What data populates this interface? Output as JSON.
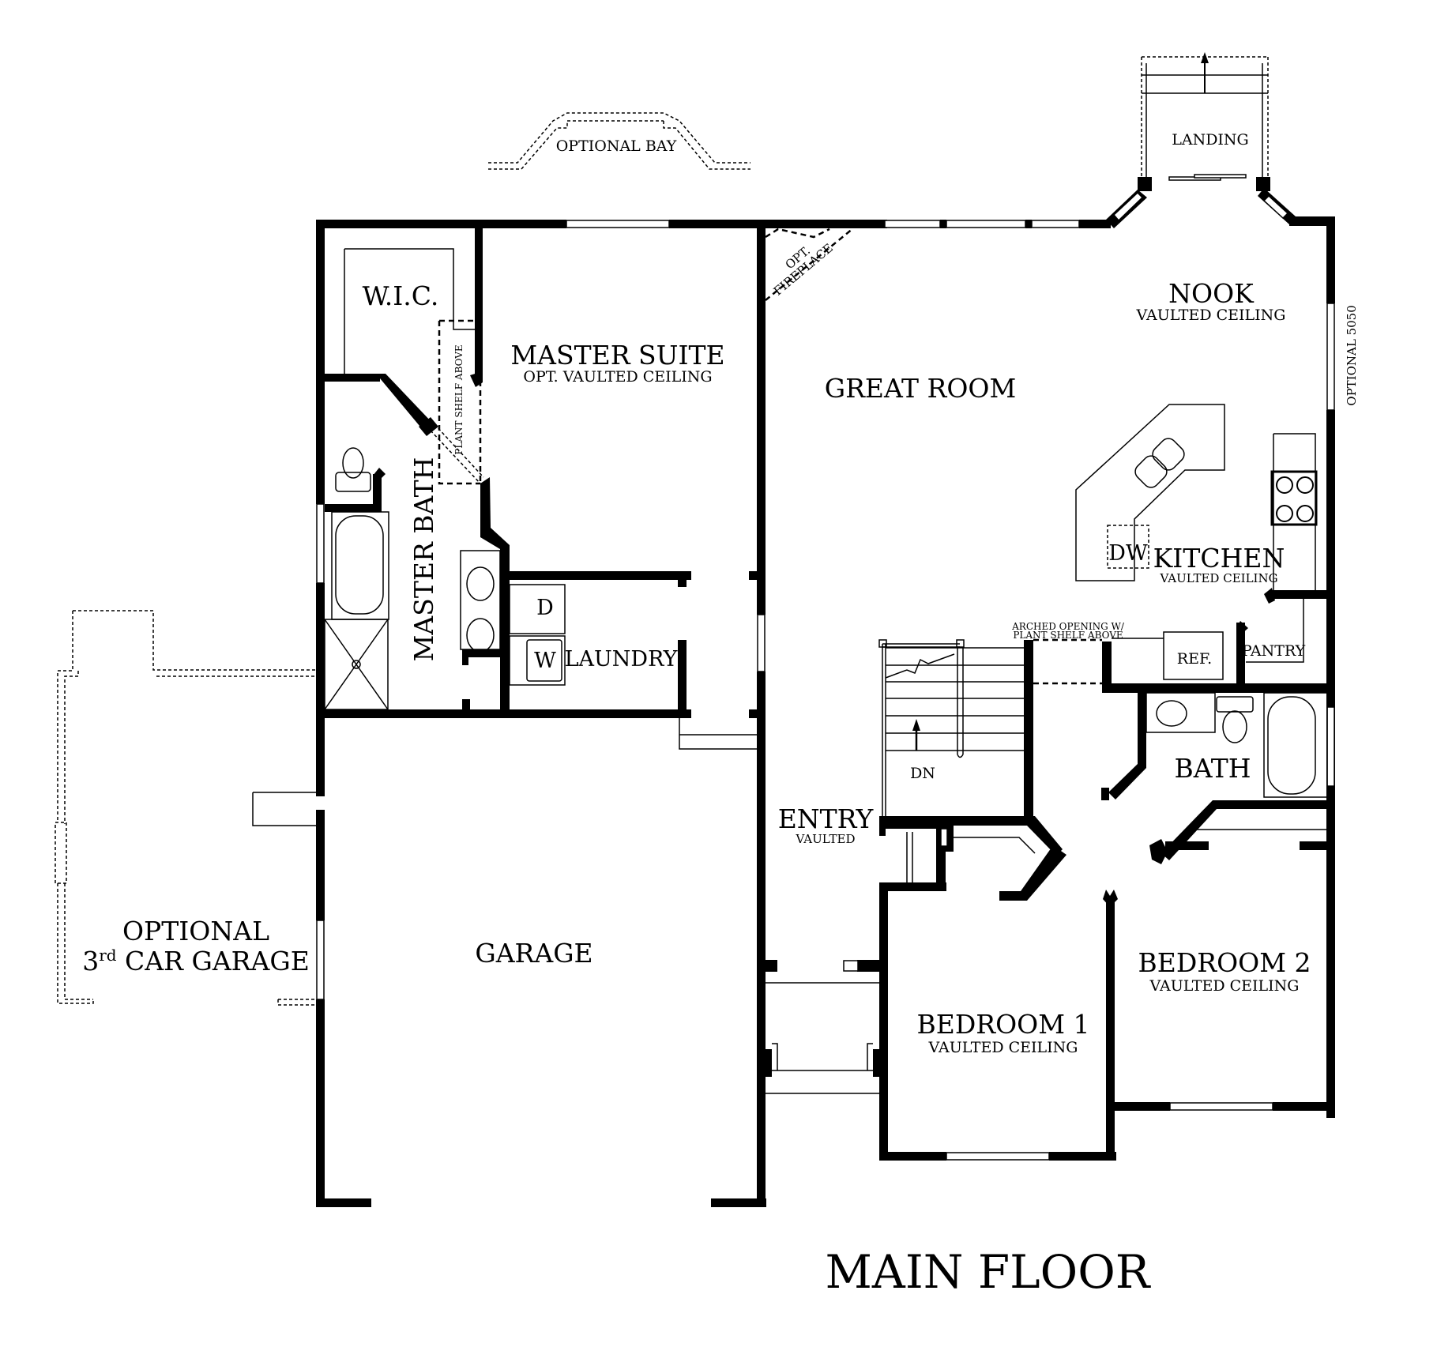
{
  "plan": {
    "title": "MAIN FLOOR",
    "colors": {
      "wall": "#000000",
      "background": "#ffffff"
    }
  },
  "rooms": {
    "wic": {
      "name": "W.I.C."
    },
    "master_suite": {
      "name": "MASTER SUITE",
      "note": "OPT. VAULTED CEILING"
    },
    "master_bath": {
      "name": "MASTER BATH"
    },
    "laundry": {
      "name": "LAUNDRY",
      "dryer": "D",
      "washer": "W"
    },
    "great_room": {
      "name": "GREAT ROOM"
    },
    "nook": {
      "name": "NOOK",
      "note": "VAULTED CEILING"
    },
    "kitchen": {
      "name": "KITCHEN",
      "note": "VAULTED CEILING",
      "dishwasher": "DW",
      "refrigerator": "REF.",
      "pantry": "PANTRY"
    },
    "landing": {
      "name": "LANDING"
    },
    "entry": {
      "name": "ENTRY",
      "note": "VAULTED"
    },
    "bath": {
      "name": "BATH"
    },
    "bedroom1": {
      "name": "BEDROOM 1",
      "note": "VAULTED CEILING"
    },
    "bedroom2": {
      "name": "BEDROOM 2",
      "note": "VAULTED CEILING"
    },
    "garage": {
      "name": "GARAGE"
    },
    "third_garage": {
      "line1": "OPTIONAL",
      "line2_num": "3",
      "line2_sup": "rd",
      "line2_rest": " CAR GARAGE"
    }
  },
  "annotations": {
    "optional_bay": "OPTIONAL BAY",
    "opt_fireplace_line1": "OPT.",
    "opt_fireplace_line2": "FIREPLACE",
    "plant_shelf": "PLANT SHELF ABOVE",
    "optional_window": "OPTIONAL 5050",
    "arched_opening_line1": "ARCHED OPENING W/",
    "arched_opening_line2": "PLANT SHELF ABOVE",
    "stairs": "DN"
  }
}
